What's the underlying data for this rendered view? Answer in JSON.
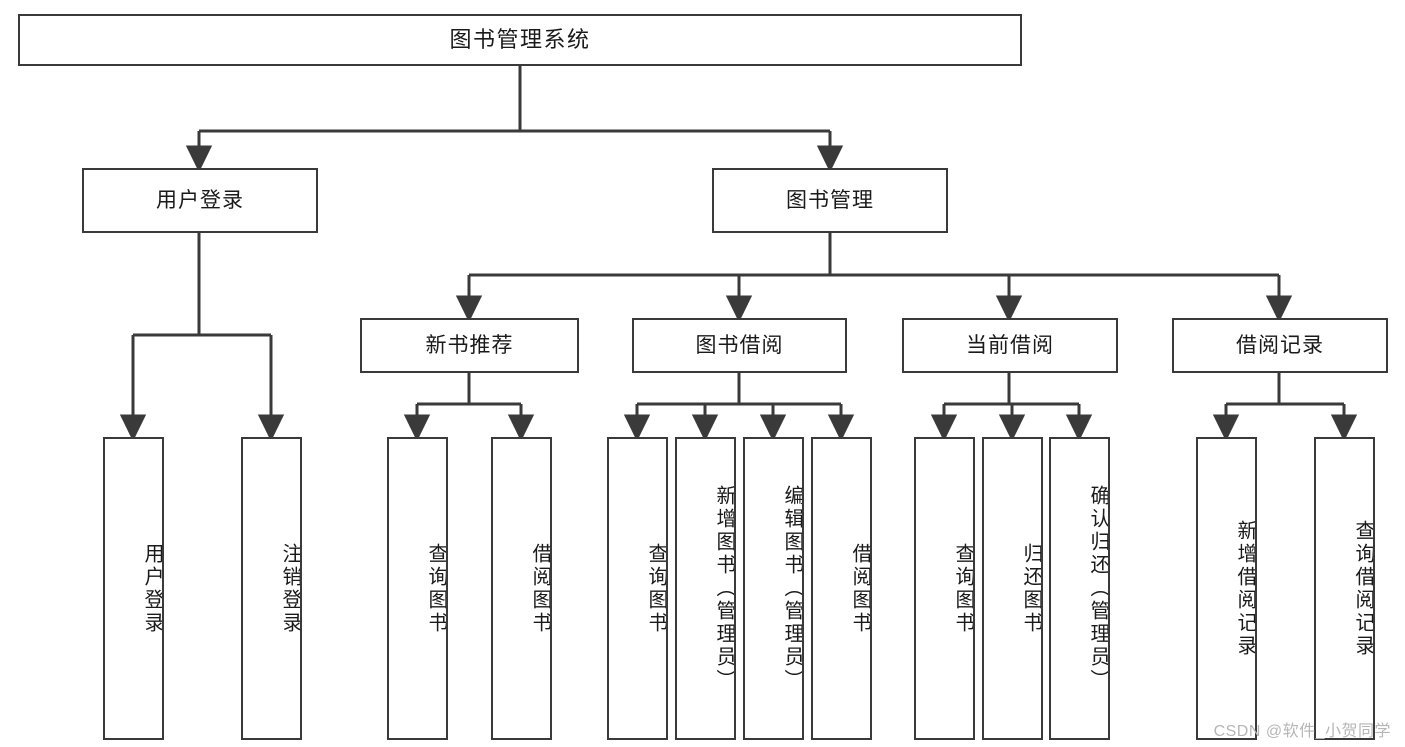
{
  "diagram": {
    "title": "图书管理系统",
    "type": "tree",
    "watermark": "CSDN @软件_小贺同学",
    "stroke_color": "#3a3a3a",
    "fill_color": "#ffffff",
    "text_color": "#1a1a1a",
    "watermark_color": "#b6b6b6",
    "levels": {
      "root": {
        "label": "图书管理系统"
      },
      "level2": [
        {
          "label": "用户登录"
        },
        {
          "label": "图书管理"
        }
      ],
      "level3": [
        {
          "label": "新书推荐"
        },
        {
          "label": "图书借阅"
        },
        {
          "label": "当前借阅"
        },
        {
          "label": "借阅记录"
        }
      ],
      "level4": [
        {
          "label": "用户登录",
          "parent": "用户登录"
        },
        {
          "label": "注销登录",
          "parent": "用户登录"
        },
        {
          "label": "查询图书",
          "parent": "新书推荐"
        },
        {
          "label": "借阅图书",
          "parent": "新书推荐"
        },
        {
          "label": "查询图书",
          "parent": "图书借阅"
        },
        {
          "label": "新增图书（管理员）",
          "parent": "图书借阅"
        },
        {
          "label": "编辑图书（管理员）",
          "parent": "图书借阅"
        },
        {
          "label": "借阅图书",
          "parent": "图书借阅"
        },
        {
          "label": "查询图书",
          "parent": "当前借阅"
        },
        {
          "label": "归还图书",
          "parent": "当前借阅"
        },
        {
          "label": "确认归还（管理员）",
          "parent": "当前借阅"
        },
        {
          "label": "新增借阅记录",
          "parent": "借阅记录"
        },
        {
          "label": "查询借阅记录",
          "parent": "借阅记录"
        }
      ]
    }
  }
}
